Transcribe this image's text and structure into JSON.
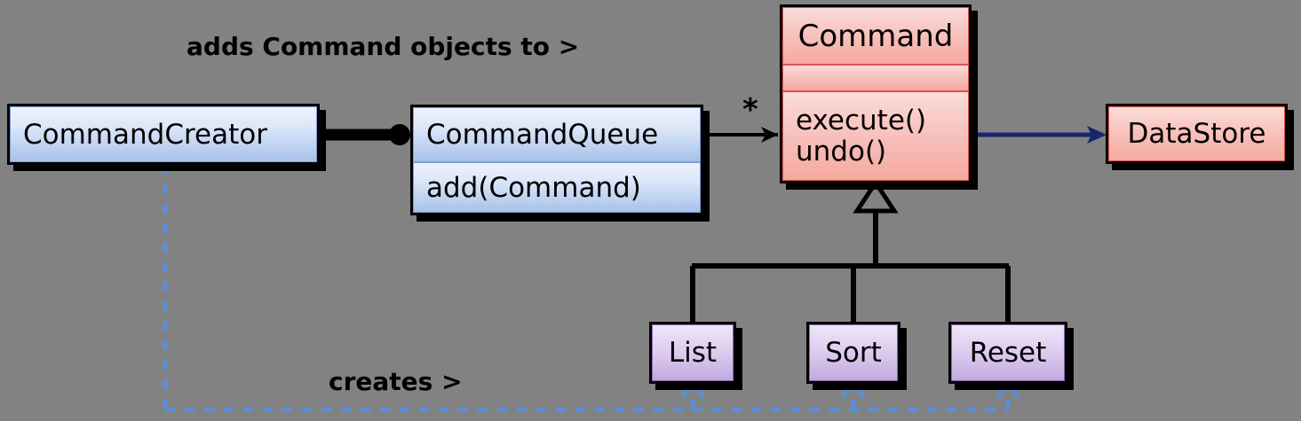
{
  "diagram": {
    "title": "Command pattern UML class diagram",
    "background_color": "#828282",
    "classes": [
      {
        "id": "command-creator",
        "name": "CommandCreator",
        "compartments": [
          "CommandCreator"
        ],
        "color_scheme": "blue",
        "fill_top": "#edf2fc",
        "fill_bottom": "#a6c2e8",
        "border": "#7d9fd4"
      },
      {
        "id": "command-queue",
        "name": "CommandQueue",
        "compartments": [
          "CommandQueue",
          "add(Command)"
        ],
        "color_scheme": "blue",
        "fill_top": "#edf2fc",
        "fill_bottom": "#a6c2e8",
        "border": "#7d9fd4"
      },
      {
        "id": "command",
        "name": "Command",
        "compartments": [
          "Command",
          "",
          "execute()\nundo()"
        ],
        "operations": [
          "execute()",
          "undo()"
        ],
        "color_scheme": "red",
        "fill_top": "#fbdcd9",
        "fill_bottom": "#f5a8a0",
        "border": "#d9534f"
      },
      {
        "id": "data-store",
        "name": "DataStore",
        "compartments": [
          "DataStore"
        ],
        "color_scheme": "red",
        "fill_top": "#fbdcd9",
        "fill_bottom": "#f5a8a0",
        "border": "#d9534f"
      },
      {
        "id": "list",
        "name": "List",
        "compartments": [
          "List"
        ],
        "color_scheme": "purple",
        "fill_top": "#efe5f7",
        "fill_bottom": "#c2a9de",
        "border": "#8b6bb5"
      },
      {
        "id": "sort",
        "name": "Sort",
        "compartments": [
          "Sort"
        ],
        "color_scheme": "purple",
        "fill_top": "#efe5f7",
        "fill_bottom": "#c2a9de",
        "border": "#8b6bb5"
      },
      {
        "id": "reset",
        "name": "Reset",
        "compartments": [
          "Reset"
        ],
        "color_scheme": "purple",
        "fill_top": "#efe5f7",
        "fill_bottom": "#c2a9de",
        "border": "#8b6bb5"
      }
    ],
    "labels": {
      "adds_command": "adds Command objects to >",
      "creates": "creates >",
      "multiplicity_many": "*"
    },
    "relationships": [
      {
        "id": "creator-to-queue",
        "from": "CommandCreator",
        "to": "CommandQueue",
        "type": "composition",
        "label": "adds Command objects to >",
        "color": "#000000"
      },
      {
        "id": "queue-to-command",
        "from": "CommandQueue",
        "to": "Command",
        "type": "association",
        "multiplicity": "*",
        "color": "#000000"
      },
      {
        "id": "command-to-datastore",
        "from": "Command",
        "to": "DataStore",
        "type": "dependency-arrow",
        "color": "#17276e"
      },
      {
        "id": "list-generalization",
        "from": "List",
        "to": "Command",
        "type": "generalization",
        "color": "#000000"
      },
      {
        "id": "sort-generalization",
        "from": "Sort",
        "to": "Command",
        "type": "generalization",
        "color": "#000000"
      },
      {
        "id": "reset-generalization",
        "from": "Reset",
        "to": "Command",
        "type": "generalization",
        "color": "#000000"
      },
      {
        "id": "creator-creates-subclasses",
        "from": "CommandCreator",
        "to": [
          "List",
          "Sort",
          "Reset"
        ],
        "type": "dashed-create",
        "label": "creates >",
        "color": "#5b8fd4"
      }
    ]
  }
}
